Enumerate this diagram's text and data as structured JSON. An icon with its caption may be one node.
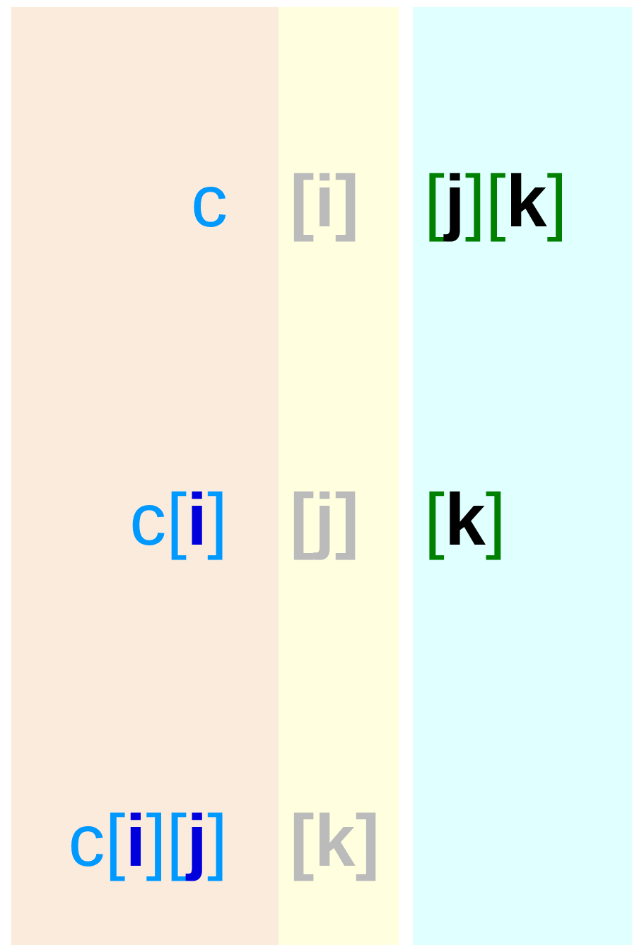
{
  "diagram": {
    "nodes": [
      {
        "text": [
          "c",
          "c[**i**]",
          "c[**i**][**j**]"
        ]
      },
      {
        "text": [
          "[i]",
          "[j]",
          "[k]"
        ]
      },
      {
        "text": [
          "[**j**][**k**]",
          "[**k**]"
        ]
      }
    ]
  }
}
